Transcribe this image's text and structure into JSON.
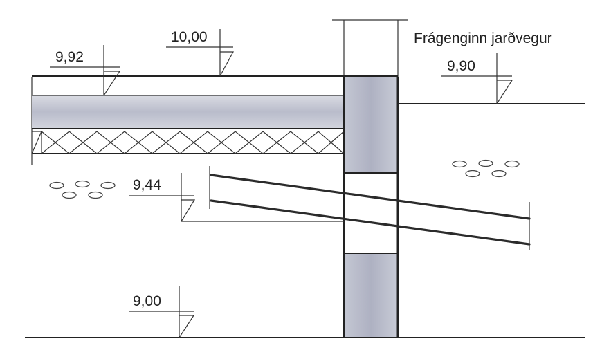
{
  "elevations": {
    "top_of_slab": "10,00",
    "floor_level": "9,92",
    "finished_ground": "9,90",
    "drain_pipe": "9,44",
    "footing_bottom": "9,00"
  },
  "labels": {
    "finished_ground_text": "Frágenginn jarðvegur"
  },
  "colors": {
    "concrete_fill": "#c9ccd6",
    "concrete_core": "#b5b8c6",
    "line": "#222222",
    "background": "#ffffff"
  },
  "icons": {
    "elevation_marker": "level-triangle-icon",
    "gravel": "pebble-ellipse-icon",
    "insulation": "zigzag-truss-pattern"
  }
}
